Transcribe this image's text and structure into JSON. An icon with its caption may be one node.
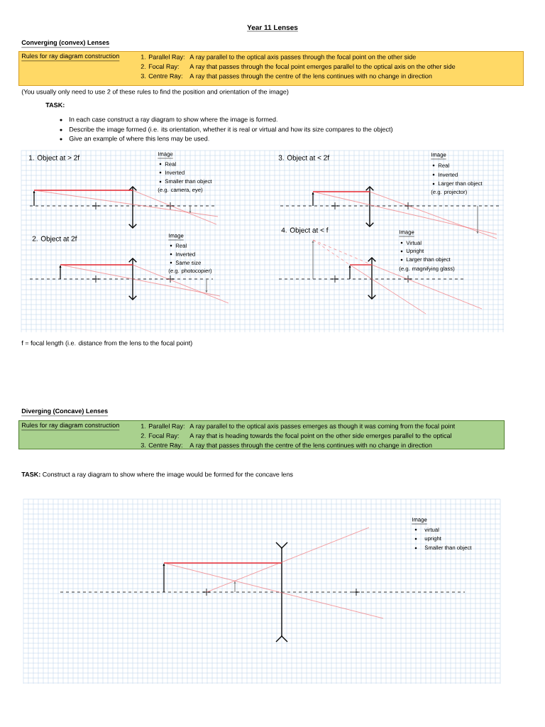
{
  "diagram": {
    "title": "Year 11 Lenses",
    "nodes": [
      {
        "text": [
          "Rules for ray diagram construction",
          "1. Parallel Ray:",
          "A ray parallel to the optical axis passes through the focal point on the other side",
          "2. Focal Ray:",
          "A ray that passes through the focal point emerges parallel to the optical axis on the other side",
          "3. Centre Ray:",
          "A ray that passes through the centre of the lens continues with no change in direction"
        ]
      },
      {
        "text": [
          "Rules for ray diagram construction",
          "1. Parallel Ray:",
          "A ray parallel to the optical axis passes emerges as though it was coming from the focal point",
          "2. Focal Ray:",
          "A ray that is heading towards the focal point on the other side emerges parallel to the optical",
          "3. Centre Ray:",
          "A ray that passes through the centre of the lens continues with no change in direction"
        ]
      }
    ],
    "labels": [
      "Converging (convex) Lenses",
      "(You usually only need to use 2 of these rules to find the position and orientation of the image)",
      "TASK:",
      "In each case construct a ray diagram to show where the image is formed.",
      "Describe the image formed (i.e. its orientation, whether it is real or virtual and how its size compares to the object)",
      "Give an example of where this lens may be used.",
      "1. Object at > 2f",
      "Image",
      "Real",
      "Inverted",
      "Smaller than object",
      "(e.g. camera, eye)",
      "3. Object at < 2f",
      "Image",
      "Real",
      "Inverted",
      "Larger than object",
      "(e.g. projector)",
      "2. Object at 2f",
      "Image",
      "Real",
      "Inverted",
      "Same size",
      "(e.g. photocopier)",
      "4. Object at < f",
      "Image",
      "Virtual",
      "Upright",
      "Larger than object",
      "(e.g. magnifying glass)",
      "f = focal length (i.e. distance from the lens to the focal point)",
      "Diverging (Concave) Lenses",
      "**TASK:** Construct a ray diagram to show where the image would be formed for the concave lens",
      "Image",
      "virtual",
      "upright",
      "Smaller than object"
    ]
  }
}
